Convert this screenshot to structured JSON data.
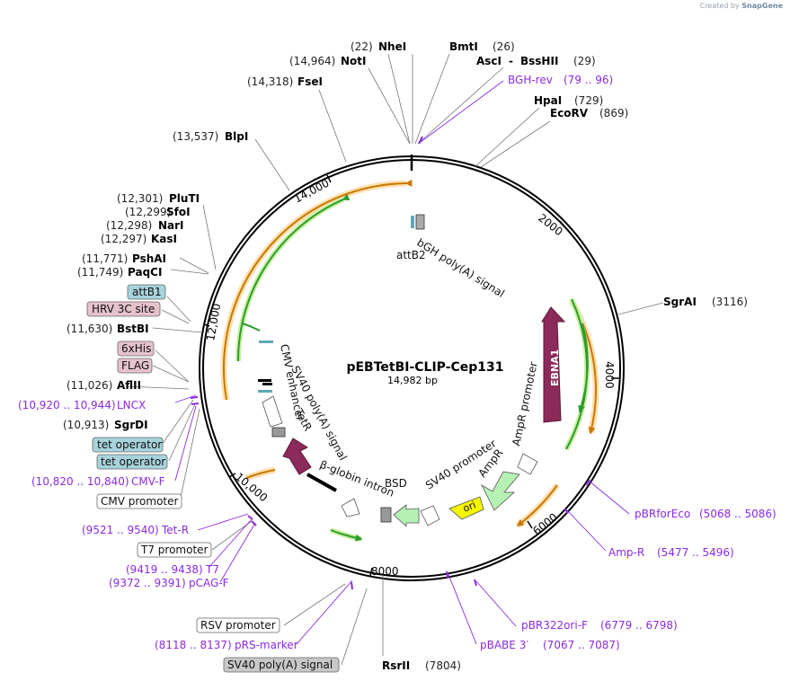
{
  "credit": {
    "prefix": "Created by",
    "brand": "SnapGene"
  },
  "plasmid": {
    "name": "pEBTetBI-CLIP-Cep131",
    "size": "14,982 bp"
  },
  "ticks": [
    "2000",
    "4000",
    "6000",
    "8000",
    "10,000",
    "12,000",
    "14,000"
  ],
  "enzymes": [
    {
      "id": "nhei",
      "name": "NheI",
      "pos": "(22)"
    },
    {
      "id": "bmti",
      "name": "BmtI",
      "pos": "(26)"
    },
    {
      "id": "asci",
      "name": "AscI",
      "pos": ""
    },
    {
      "id": "bsshii",
      "name": "BssHII",
      "pos": "(29)"
    },
    {
      "id": "noti",
      "name": "NotI",
      "pos": "(14,964)"
    },
    {
      "id": "fsei",
      "name": "FseI",
      "pos": "(14,318)"
    },
    {
      "id": "hpai",
      "name": "HpaI",
      "pos": "(729)"
    },
    {
      "id": "ecorv",
      "name": "EcoRV",
      "pos": "(869)"
    },
    {
      "id": "blpi",
      "name": "BlpI",
      "pos": "(13,537)"
    },
    {
      "id": "sgrai",
      "name": "SgrAI",
      "pos": "(3116)"
    },
    {
      "id": "pluti",
      "name": "PluTI",
      "pos": "(12,301)"
    },
    {
      "id": "sfoi",
      "name": "SfoI",
      "pos": "(12,299)"
    },
    {
      "id": "nari",
      "name": "NarI",
      "pos": "(12,298)"
    },
    {
      "id": "kasi",
      "name": "KasI",
      "pos": "(12,297)"
    },
    {
      "id": "pshai",
      "name": "PshAI",
      "pos": "(11,771)"
    },
    {
      "id": "paqci",
      "name": "PaqCI",
      "pos": "(11,749)"
    },
    {
      "id": "bstbi",
      "name": "BstBI",
      "pos": "(11,630)"
    },
    {
      "id": "aflii",
      "name": "AflII",
      "pos": "(11,026)"
    },
    {
      "id": "sgrdi",
      "name": "SgrDI",
      "pos": "(10,913)"
    },
    {
      "id": "rsrii",
      "name": "RsrII",
      "pos": "(7804)"
    }
  ],
  "primers": [
    {
      "id": "bghrev",
      "name": "BGH-rev",
      "range": "(79 .. 96)"
    },
    {
      "id": "lncx",
      "name": "LNCX",
      "range": "(10,920 .. 10,944)"
    },
    {
      "id": "cmvf",
      "name": "CMV-F",
      "range": "(10,820 .. 10,840)"
    },
    {
      "id": "tetr",
      "name": "Tet-R",
      "range": "(9521 .. 9540)"
    },
    {
      "id": "t7",
      "name": "T7",
      "range": "(9419 .. 9438)"
    },
    {
      "id": "pcagf",
      "name": "pCAG-F",
      "range": "(9372 .. 9391)"
    },
    {
      "id": "prsmarker",
      "name": "pRS-marker",
      "range": "(8118 .. 8137)"
    },
    {
      "id": "pbrforeco",
      "name": "pBRforEco",
      "range": "(5068 .. 5086)"
    },
    {
      "id": "ampr",
      "name": "Amp-R",
      "range": "(5477 .. 5496)"
    },
    {
      "id": "pbr322orif",
      "name": "pBR322ori-F",
      "range": "(6779 .. 6798)"
    },
    {
      "id": "pbabe3",
      "name": "pBABE 3′",
      "range": "(7067 .. 7087)"
    }
  ],
  "boxed_labels": [
    {
      "id": "attb1",
      "text": "attB1",
      "fill": "#a7d3dc"
    },
    {
      "id": "hrv3c",
      "text": "HRV 3C site",
      "fill": "#e6c2cc"
    },
    {
      "id": "his6",
      "text": "6xHis",
      "fill": "#e6c2cc"
    },
    {
      "id": "flag",
      "text": "FLAG",
      "fill": "#e6c2cc"
    },
    {
      "id": "tetop1",
      "text": "tet operator",
      "fill": "#a7d3dc"
    },
    {
      "id": "tetop2",
      "text": "tet operator",
      "fill": "#a7d3dc"
    },
    {
      "id": "cmvprom",
      "text": "CMV promoter",
      "fill": "#ffffff"
    },
    {
      "id": "t7prom",
      "text": "T7 promoter",
      "fill": "#ffffff"
    },
    {
      "id": "rsvprom",
      "text": "RSV promoter",
      "fill": "#ffffff"
    },
    {
      "id": "sv40pa2",
      "text": "SV40 poly(A) signal",
      "fill": "#c8c8c8"
    }
  ],
  "features": {
    "attb2": "attB2",
    "bgh": "bGH poly(A) signal",
    "ebna1": "EBNA1",
    "ampr_prom": "AmpR promoter",
    "ampr": "AmpR",
    "sv40_prom": "SV40 promoter",
    "bsd": "BSD",
    "ori": "ori",
    "bglobin": "β-globin intron",
    "sv40pa": "SV40 poly(A) signal",
    "tetr": "TetR",
    "cmv_enh": "CMV enhancer"
  },
  "colors": {
    "orf_orange": "#f5a623",
    "orf_green": "#2e9b2e",
    "ebna1": "#8c2a5a",
    "tetr": "#8c2a5a",
    "ampr": "#b5f0b5",
    "ori": "#f5f500",
    "primer": "#8a2be2",
    "tet_op": "#5fa8b5"
  }
}
